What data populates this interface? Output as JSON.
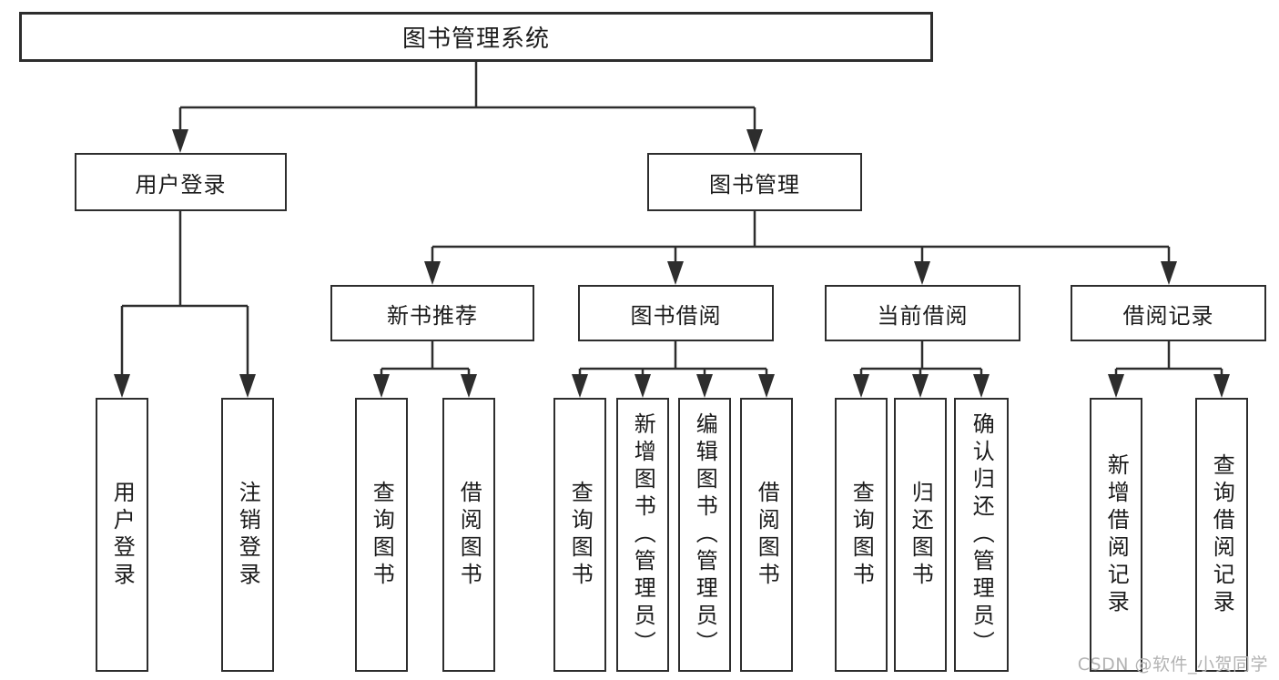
{
  "diagram_type": "hierarchy-tree",
  "colors": {
    "background": "#ffffff",
    "box_fill": "#ffffff",
    "box_border": "#2d2d2d",
    "line": "#2d2d2d",
    "text": "#1b1b1b",
    "watermark": "#b3b3b3"
  },
  "tree": {
    "root": {
      "label": "图书管理系统",
      "children": [
        {
          "label": "用户登录",
          "children": [
            {
              "label": "用户登录"
            },
            {
              "label": "注销登录"
            }
          ]
        },
        {
          "label": "图书管理",
          "children": [
            {
              "label": "新书推荐",
              "children": [
                {
                  "label": "查询图书"
                },
                {
                  "label": "借阅图书"
                }
              ]
            },
            {
              "label": "图书借阅",
              "children": [
                {
                  "label": "查询图书"
                },
                {
                  "label": "新增图书（管理员）"
                },
                {
                  "label": "编辑图书（管理员）"
                },
                {
                  "label": "借阅图书"
                }
              ]
            },
            {
              "label": "当前借阅",
              "children": [
                {
                  "label": "查询图书"
                },
                {
                  "label": "归还图书"
                },
                {
                  "label": "确认归还（管理员）"
                }
              ]
            },
            {
              "label": "借阅记录",
              "children": [
                {
                  "label": "新增借阅记录"
                },
                {
                  "label": "查询借阅记录"
                }
              ]
            }
          ]
        }
      ]
    }
  },
  "watermark": {
    "text": "CSDN @软件_小贺同学"
  }
}
